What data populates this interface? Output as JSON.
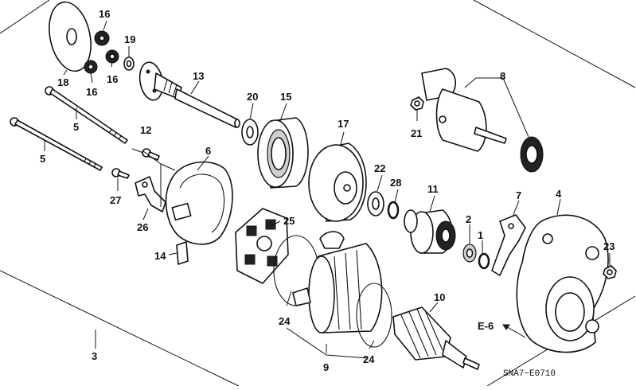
{
  "diagram": {
    "type": "exploded-parts",
    "callouts": [
      {
        "id": "c1",
        "label": "1"
      },
      {
        "id": "c2",
        "label": "2"
      },
      {
        "id": "c3",
        "label": "3"
      },
      {
        "id": "c4",
        "label": "4"
      },
      {
        "id": "c5a",
        "label": "5"
      },
      {
        "id": "c5b",
        "label": "5"
      },
      {
        "id": "c6",
        "label": "6"
      },
      {
        "id": "c7",
        "label": "7"
      },
      {
        "id": "c8",
        "label": "8"
      },
      {
        "id": "c9",
        "label": "9"
      },
      {
        "id": "c10",
        "label": "10"
      },
      {
        "id": "c11",
        "label": "11"
      },
      {
        "id": "c12",
        "label": "12"
      },
      {
        "id": "c13",
        "label": "13"
      },
      {
        "id": "c14",
        "label": "14"
      },
      {
        "id": "c15",
        "label": "15"
      },
      {
        "id": "c16a",
        "label": "16"
      },
      {
        "id": "c16b",
        "label": "16"
      },
      {
        "id": "c16c",
        "label": "16"
      },
      {
        "id": "c17",
        "label": "17"
      },
      {
        "id": "c18",
        "label": "18"
      },
      {
        "id": "c19",
        "label": "19"
      },
      {
        "id": "c20",
        "label": "20"
      },
      {
        "id": "c21",
        "label": "21"
      },
      {
        "id": "c22",
        "label": "22"
      },
      {
        "id": "c23",
        "label": "23"
      },
      {
        "id": "c24a",
        "label": "24"
      },
      {
        "id": "c24b",
        "label": "24"
      },
      {
        "id": "c25",
        "label": "25"
      },
      {
        "id": "c26",
        "label": "26"
      },
      {
        "id": "c27",
        "label": "27"
      },
      {
        "id": "c28",
        "label": "28"
      }
    ],
    "reference_label": "E-6",
    "diagram_code": "SNA7−E0710"
  }
}
